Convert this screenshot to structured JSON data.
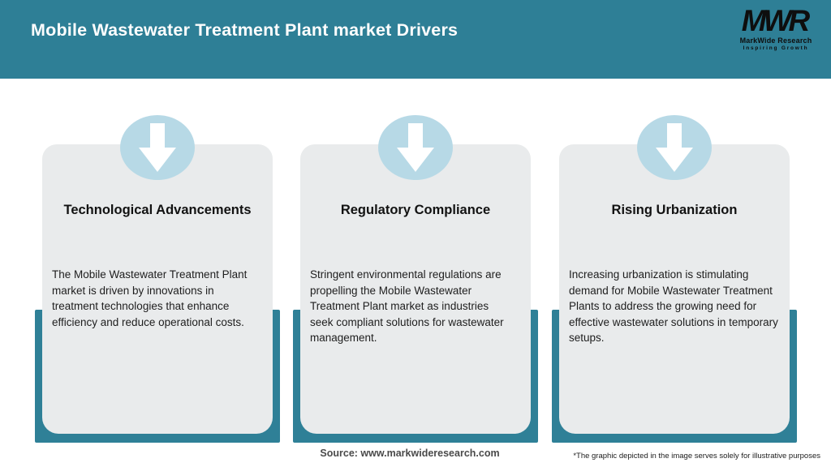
{
  "header": {
    "title": "Mobile Wastewater Treatment Plant market Drivers",
    "logo": {
      "monogram": "MWR",
      "company": "MarkWide Research",
      "tagline": "Inspiring Growth"
    }
  },
  "cards": [
    {
      "title": "Technological Advancements",
      "description": "The Mobile Wastewater Treatment Plant\nmarket is driven by innovations in\ntreatment technologies that enhance\nefficiency and reduce operational costs."
    },
    {
      "title": "Regulatory Compliance",
      "description": "Stringent environmental regulations are\npropelling the Mobile Wastewater\nTreatment Plant market as industries\nseek compliant solutions for wastewater\nmanagement."
    },
    {
      "title": "Rising Urbanization",
      "description": "Increasing urbanization is stimulating\ndemand for Mobile Wastewater Treatment\nPlants to address the growing need for\neffective wastewater solutions in temporary\nsetups."
    }
  ],
  "footer": {
    "source": "Source: www.markwideresearch.com",
    "disclaimer": "*The graphic depicted in the image serves solely for illustrative purposes"
  },
  "colors": {
    "header_teal": "#2e7f96",
    "band_teal": "#2f8097",
    "card_gray": "#e9ebec",
    "circle_blue": "#b7d9e6",
    "arrow_white": "#ffffff"
  },
  "icons": {
    "arrow": "down-arrow-icon"
  }
}
